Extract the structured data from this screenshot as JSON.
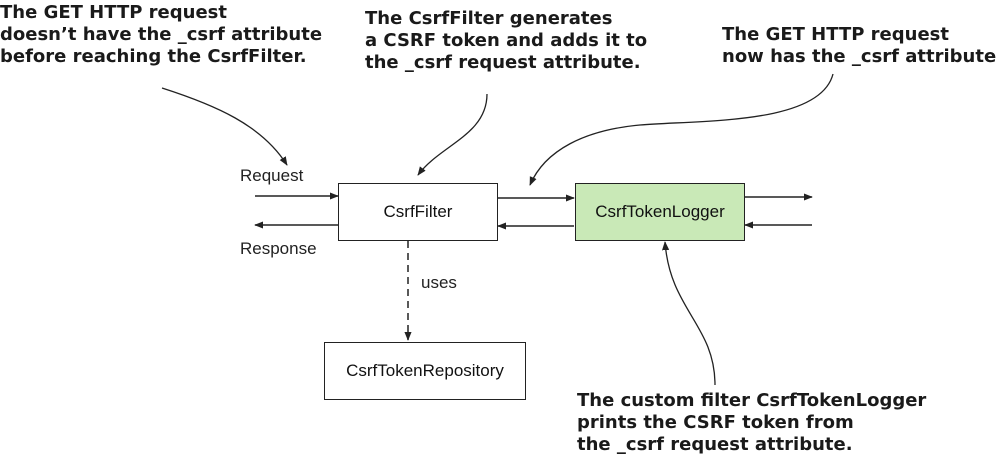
{
  "boxes": {
    "csrf_filter": "CsrfFilter",
    "csrf_token_logger": "CsrfTokenLogger",
    "csrf_token_repository": "CsrfTokenRepository"
  },
  "labels": {
    "request": "Request",
    "response": "Response",
    "uses": "uses"
  },
  "callouts": {
    "get_request_before": [
      "The GET HTTP request",
      "doesn’t have the _csrf attribute",
      "before reaching the CsrfFilter."
    ],
    "filter_generates": [
      "The CsrfFilter generates",
      "a CSRF token and adds it to",
      "the _csrf request attribute."
    ],
    "get_request_after": [
      "The GET HTTP request",
      "now has the _csrf attribute."
    ],
    "logger_prints": [
      "The custom filter CsrfTokenLogger",
      "prints the CSRF token from",
      "the _csrf request attribute."
    ]
  },
  "colors": {
    "logger_fill": "#c9e9b7",
    "line": "#222222"
  }
}
